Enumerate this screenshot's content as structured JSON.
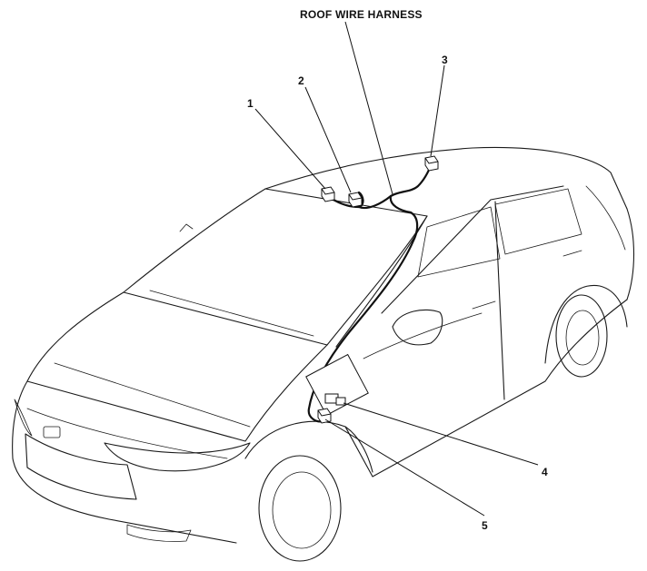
{
  "title": "ROOF WIRE HARNESS",
  "callouts": [
    "1",
    "2",
    "3",
    "4",
    "5"
  ]
}
